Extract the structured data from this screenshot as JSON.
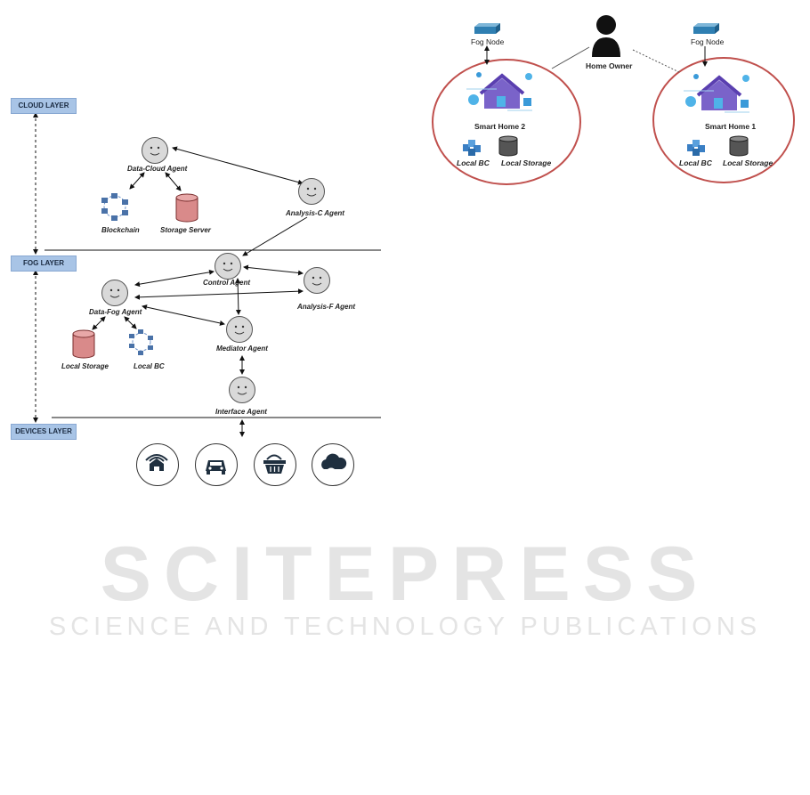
{
  "watermark": {
    "main": "SCITEPRESS",
    "sub": "SCIENCE AND TECHNOLOGY PUBLICATIONS"
  },
  "left": {
    "layers": {
      "cloud": "CLOUD LAYER",
      "fog": "FOG LAYER",
      "devices": "DEVICES LAYER"
    },
    "agents": {
      "data_cloud": "Data-Cloud  Agent",
      "analysis_c": "Analysis-C  Agent",
      "control": "Control  Agent",
      "analysis_f": "Analysis-F Agent",
      "data_fog": "Data-Fog  Agent",
      "mediator": "Mediator  Agent",
      "interface": "Interface Agent"
    },
    "nodes": {
      "blockchain": "Blockchain",
      "storage_server": "Storage Server",
      "local_storage": "Local Storage",
      "local_bc": "Local  BC"
    },
    "device_icons": [
      "smart-home-icon",
      "car-icon",
      "basket-icon",
      "cloud-weather-icon"
    ]
  },
  "right": {
    "home_owner": "Home Owner",
    "homes": [
      {
        "fog_node": "Fog Node",
        "name": "Smart Home 2",
        "local_bc": "Local BC",
        "local_storage": "Local Storage"
      },
      {
        "fog_node": "Fog Node",
        "name": "Smart Home 1",
        "local_bc": "Local BC",
        "local_storage": "Local Storage"
      }
    ]
  },
  "colors": {
    "layer_box": "#a8c4e6",
    "home_ring": "#c0504d",
    "storage_server": "#d98a8a",
    "local_storage_right": "#555555"
  }
}
